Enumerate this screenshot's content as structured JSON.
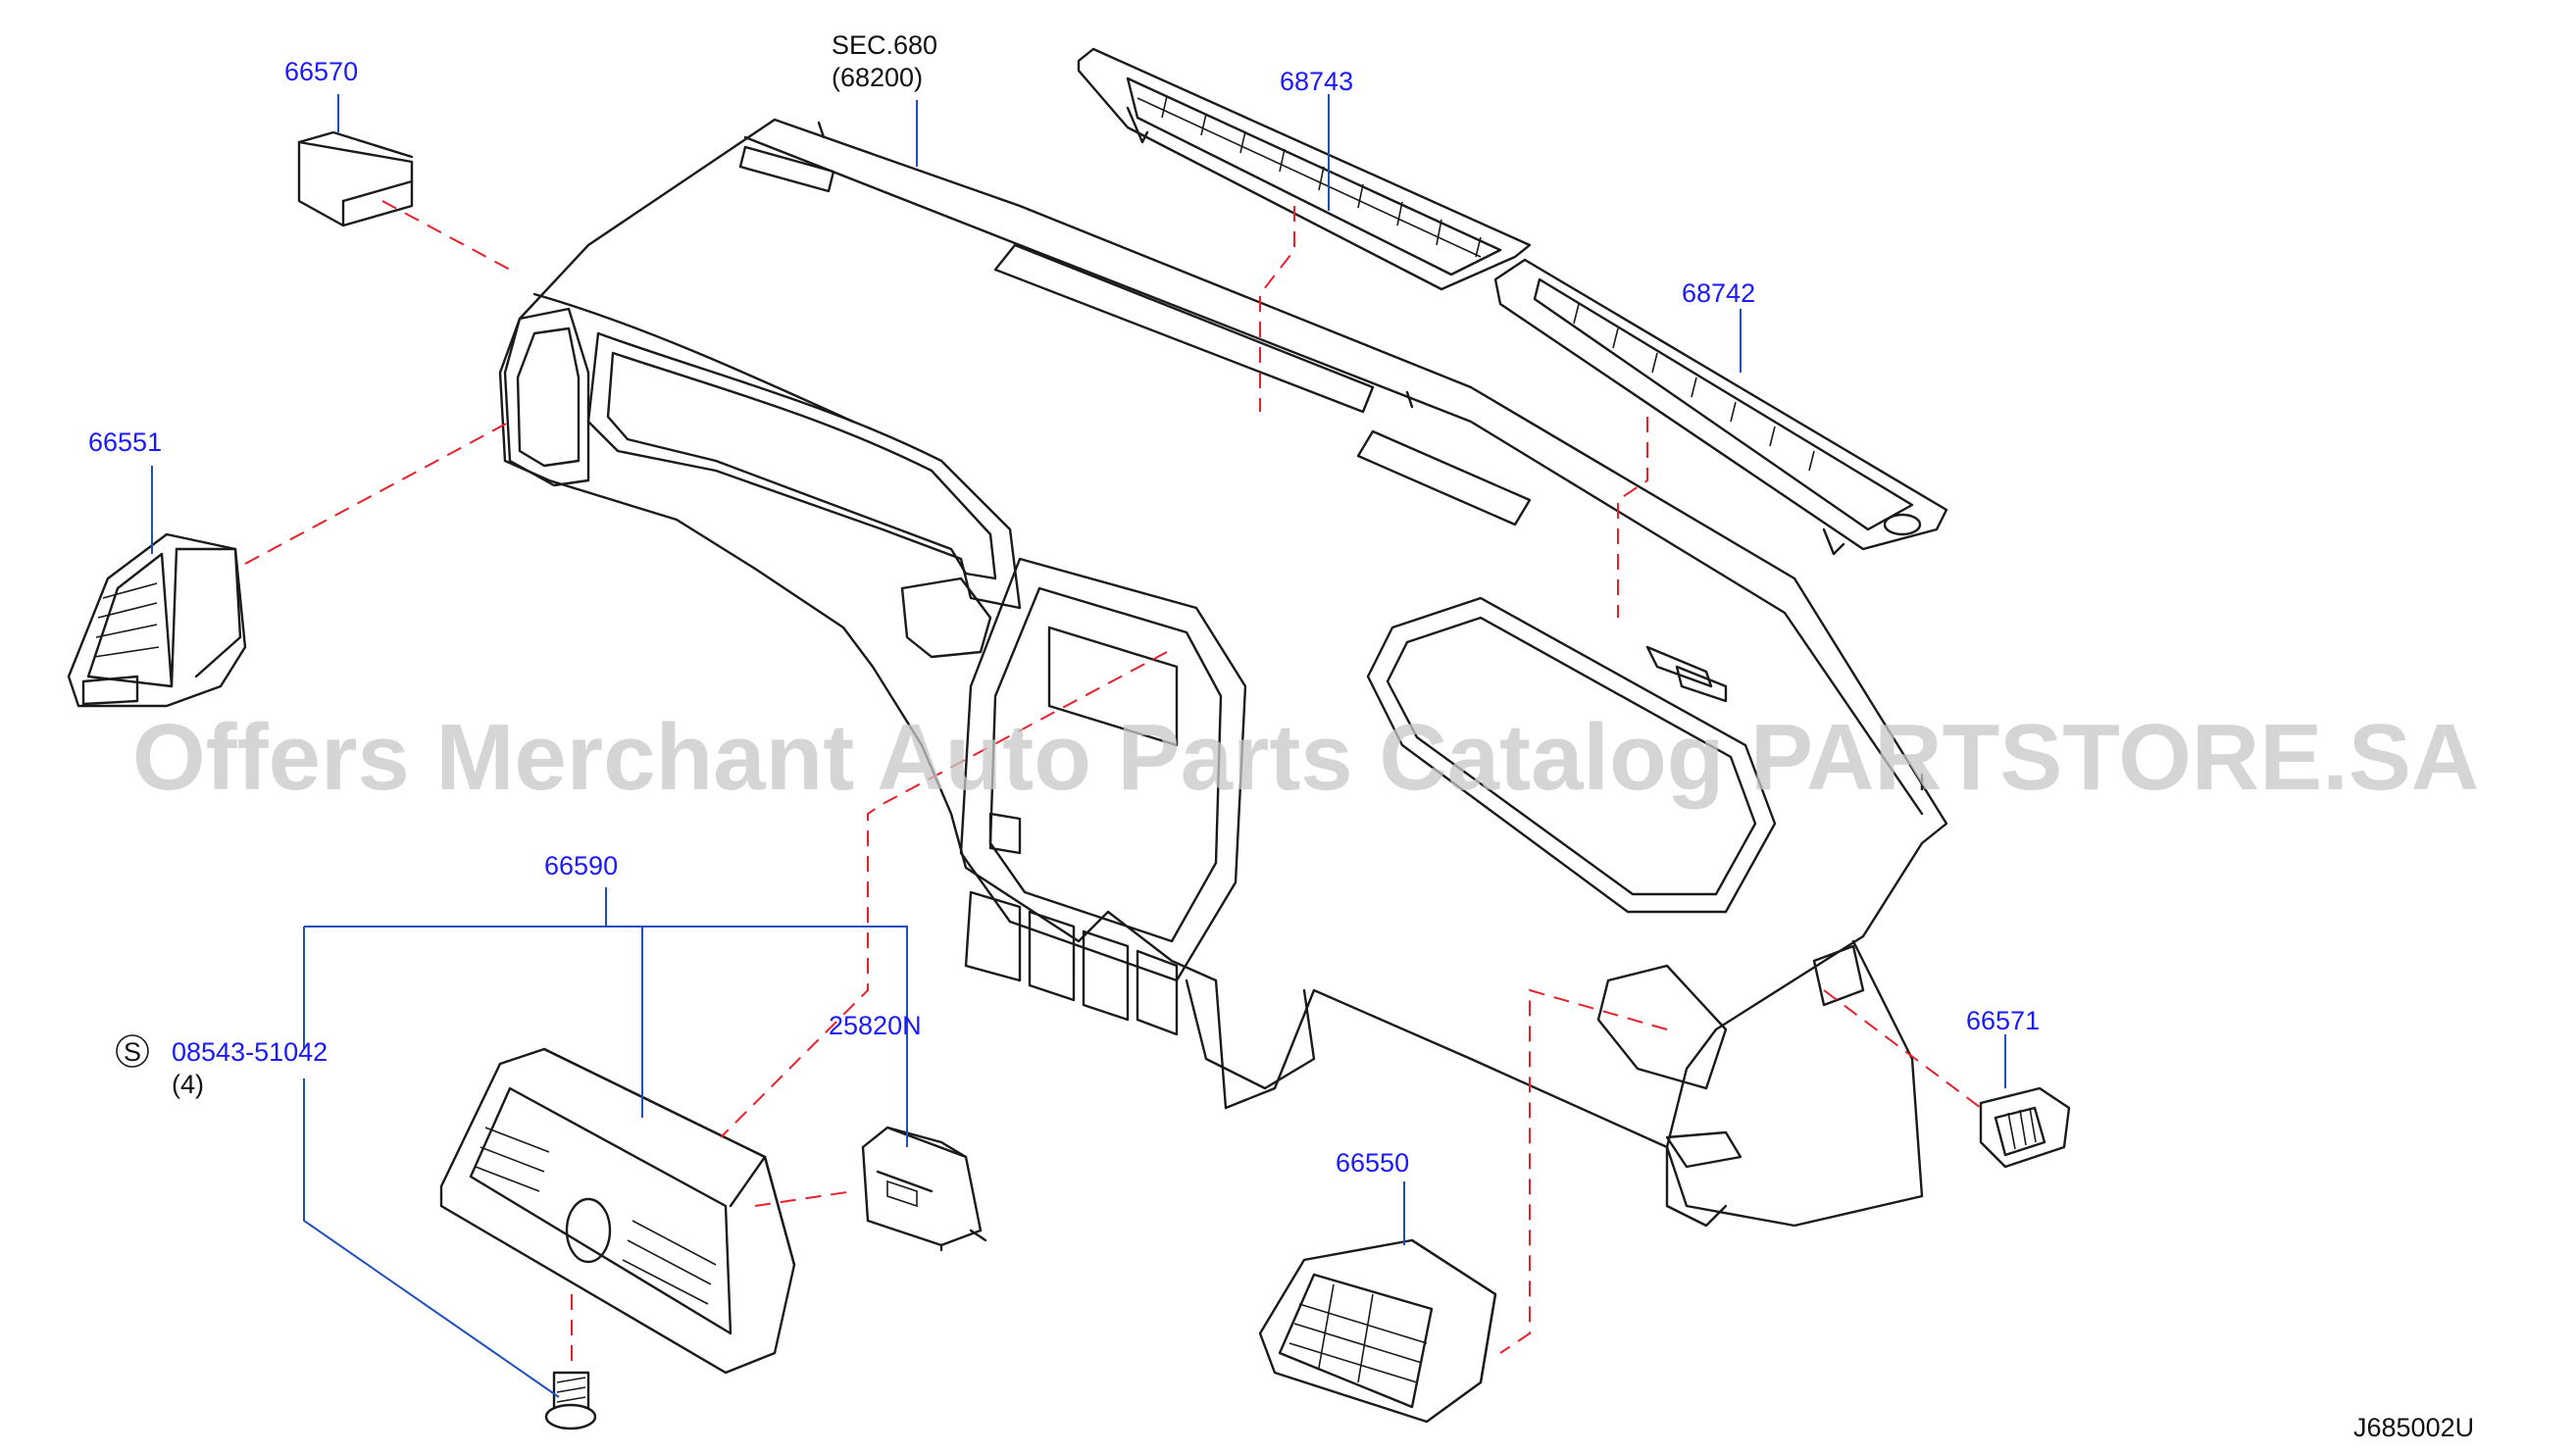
{
  "labels": {
    "sec_ref": "SEC.680",
    "sec_ref_sub": "(68200)",
    "p66570": "66570",
    "p68743": "68743",
    "p68742": "68742",
    "p66551": "66551",
    "p66590": "66590",
    "p25820n": "25820N",
    "screw": "08543-51042",
    "screw_qty": "(4)",
    "screw_symbol": "S",
    "p66571": "66571",
    "p66550": "66550",
    "figure_code": "J685002U"
  },
  "watermark": "Offers Merchant Auto Parts Catalog PARTSTORE.SA",
  "colors": {
    "label_blue": "#1a1aff",
    "leader_blue": "#1f4fbf",
    "dash_red": "#e8202a",
    "outline": "#1a1a1a"
  }
}
